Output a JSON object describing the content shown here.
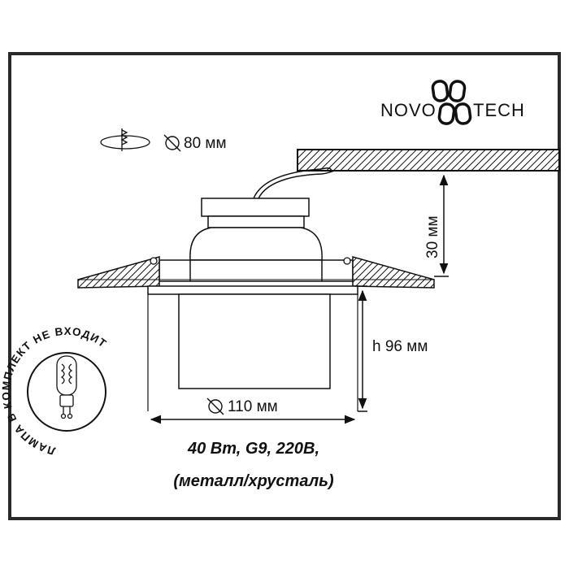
{
  "brand": {
    "name_left": "NOVO",
    "name_right": "TECH"
  },
  "dimensions": {
    "cutout": "80 мм",
    "depth": "30 мм",
    "height": "h 96 мм",
    "diameter": "110 мм"
  },
  "badge": {
    "ring_text": "ЛАМПА В КОМПЛЕКТ НЕ ВХОДИТ"
  },
  "specs": {
    "line1": "40 Вт, G9, 220В,",
    "line2": "(металл/хрусталь)"
  },
  "icons": [
    "cutout-diameter-icon",
    "diameter-symbol-icon",
    "g9-bulb-icon",
    "brand-logo-icon"
  ],
  "colors": {
    "frame": "#2a2a2a",
    "line": "#111111",
    "background": "#ffffff"
  }
}
